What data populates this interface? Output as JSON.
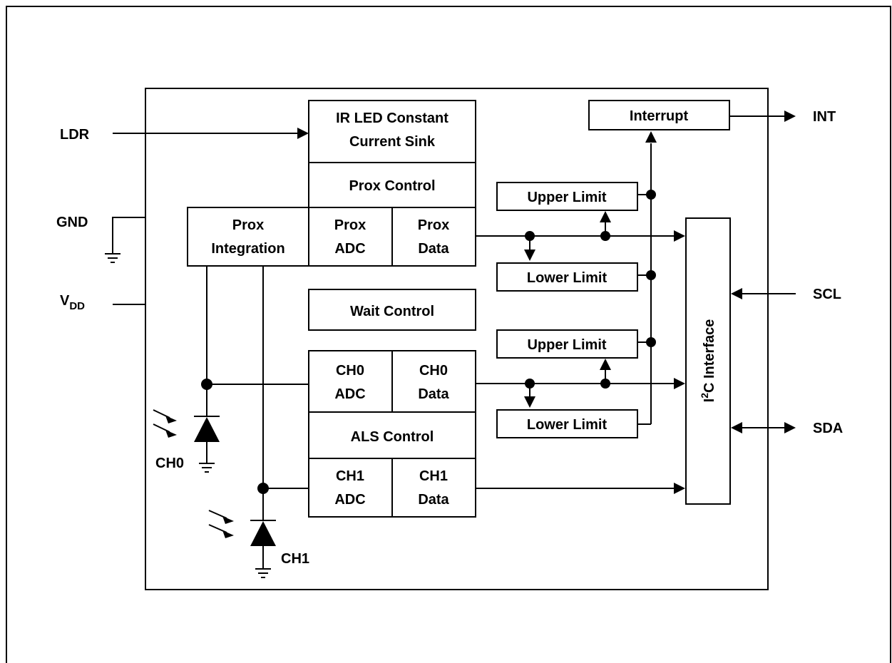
{
  "blocks": {
    "ir_led_line1": "IR LED Constant",
    "ir_led_line2": "Current Sink",
    "prox_control": "Prox Control",
    "prox_integration_line1": "Prox",
    "prox_integration_line2": "Integration",
    "prox_adc_line1": "Prox",
    "prox_adc_line2": "ADC",
    "prox_data_line1": "Prox",
    "prox_data_line2": "Data",
    "wait_control": "Wait Control",
    "ch0_adc_line1": "CH0",
    "ch0_adc_line2": "ADC",
    "ch0_data_line1": "CH0",
    "ch0_data_line2": "Data",
    "als_control": "ALS Control",
    "ch1_adc_line1": "CH1",
    "ch1_adc_line2": "ADC",
    "ch1_data_line1": "CH1",
    "ch1_data_line2": "Data",
    "interrupt": "Interrupt",
    "upper_limit_prox": "Upper Limit",
    "lower_limit_prox": "Lower Limit",
    "upper_limit_als": "Upper Limit",
    "lower_limit_als": "Lower Limit",
    "i2c_prefix": "I",
    "i2c_superscript": "2",
    "i2c_suffix": "C Interface"
  },
  "pins": {
    "ldr": "LDR",
    "gnd": "GND",
    "vdd_main": "V",
    "vdd_sub": "DD",
    "int": "INT",
    "scl": "SCL",
    "sda": "SDA",
    "ch0": "CH0",
    "ch1": "CH1"
  }
}
